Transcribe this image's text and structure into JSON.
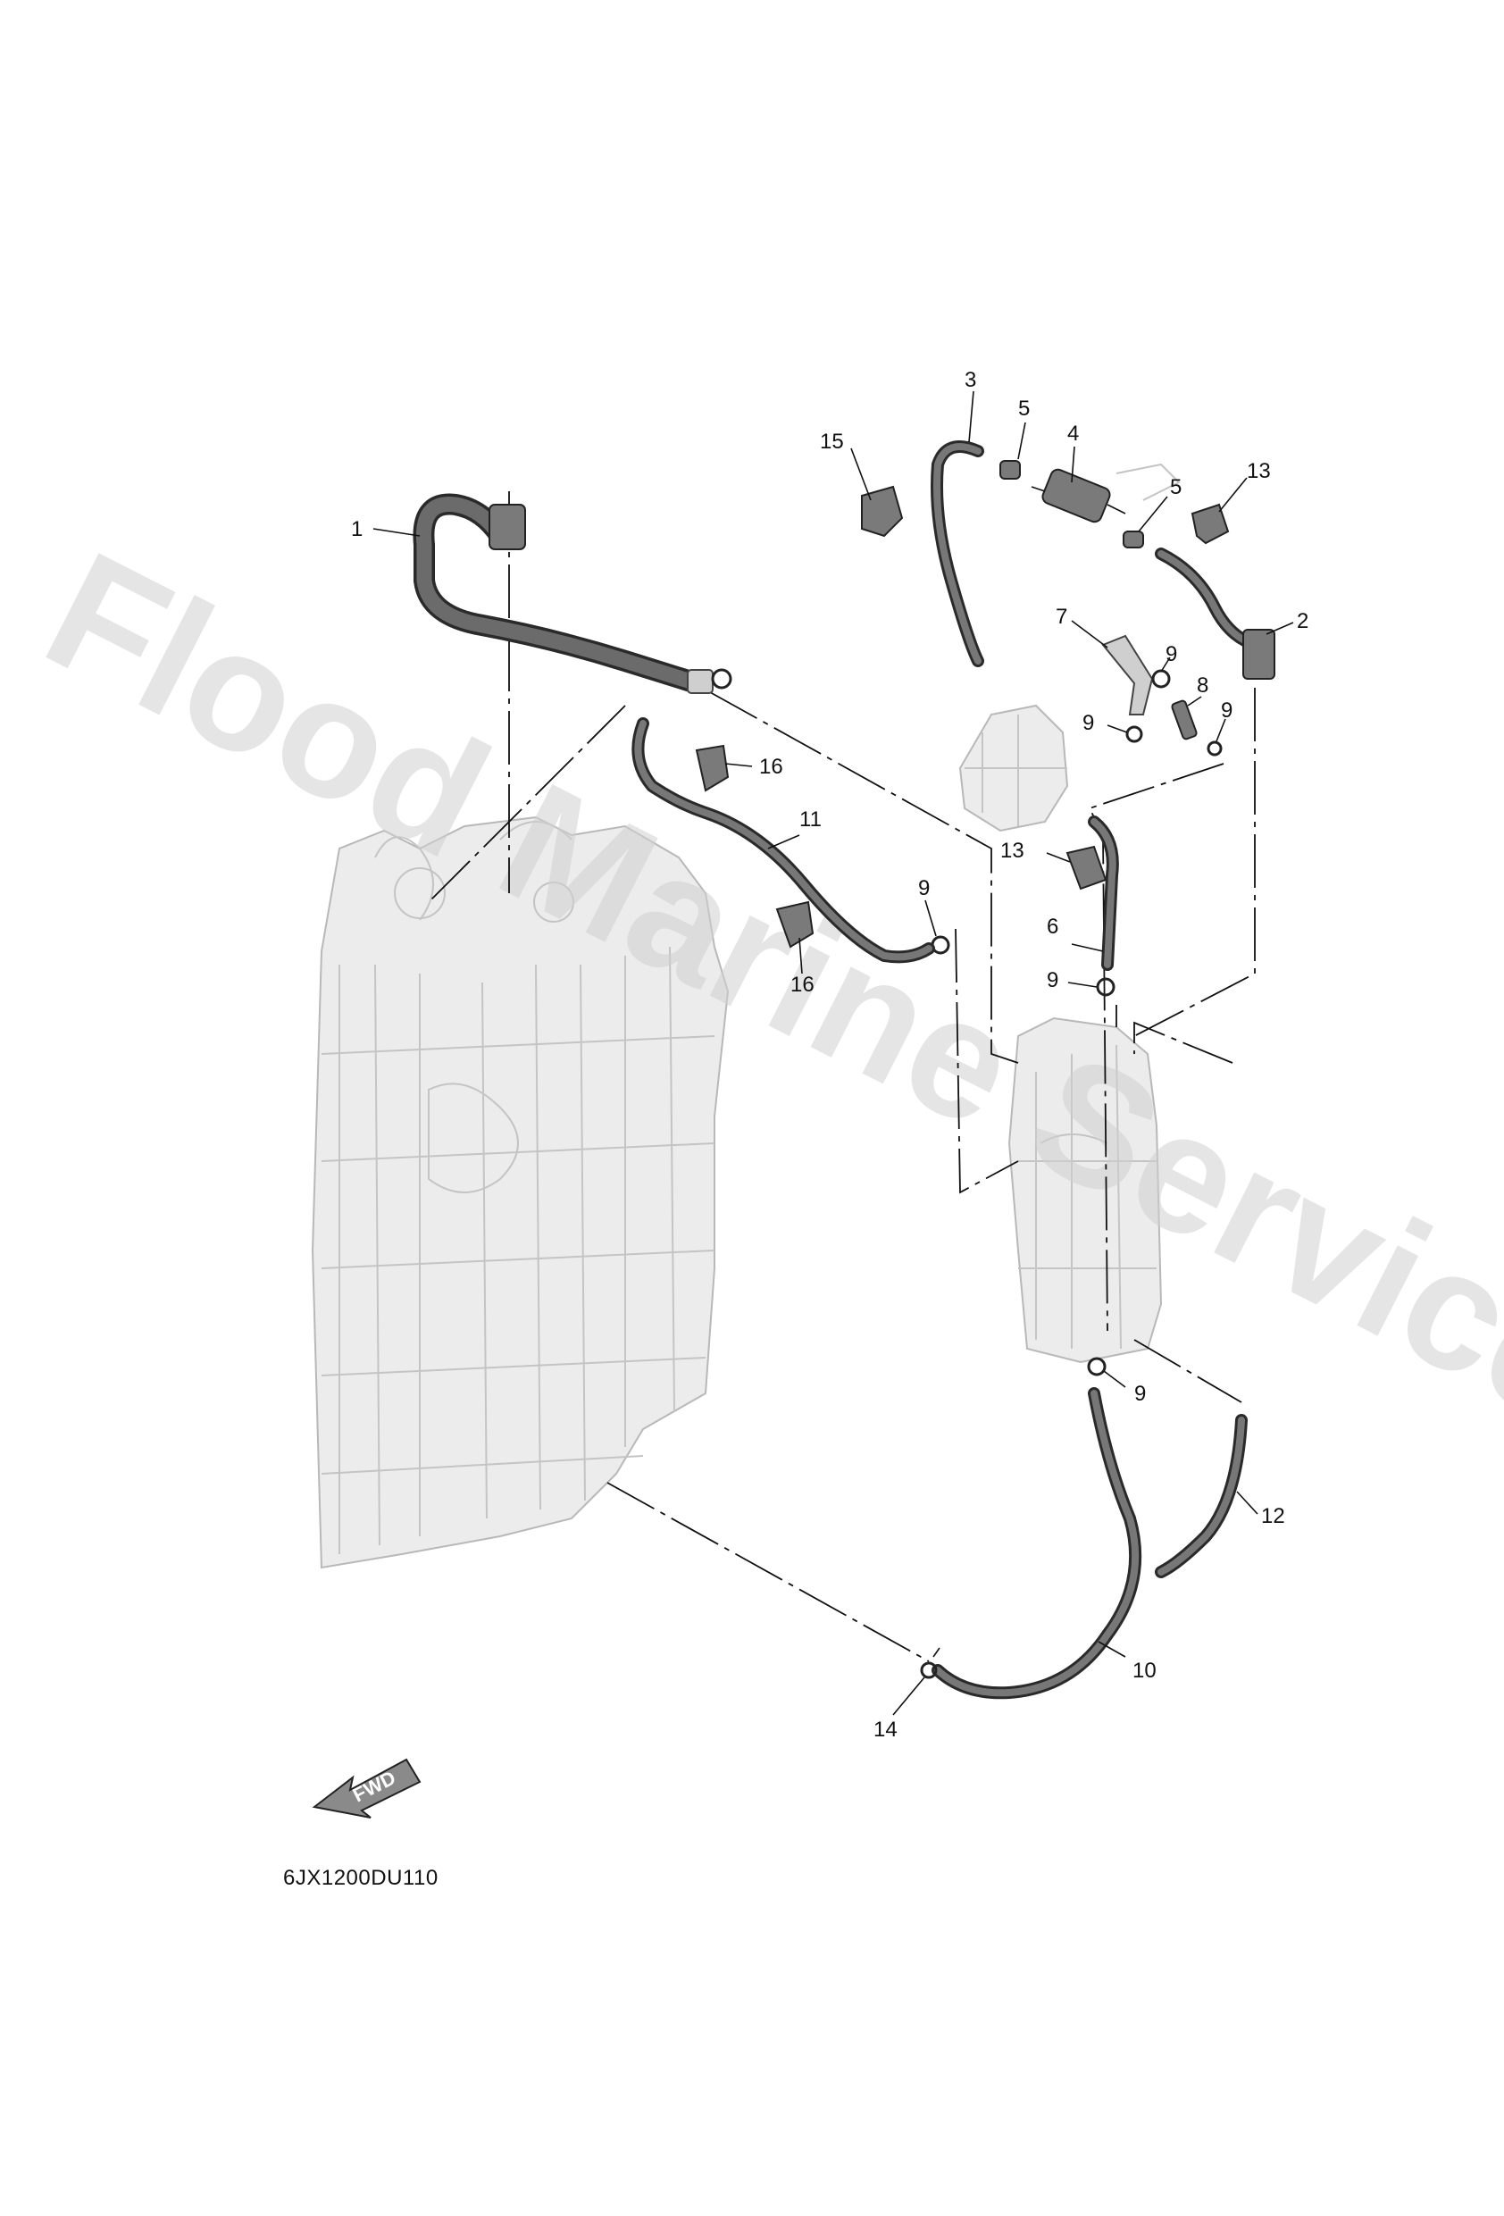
{
  "diagram": {
    "drawing_code": "6JX1200DU110",
    "fwd_label": "FWD",
    "watermark": "Flood Marine Services",
    "callouts": {
      "c1": "1",
      "c2": "2",
      "c3": "3",
      "c4": "4",
      "c5a": "5",
      "c5b": "5",
      "c6": "6",
      "c7": "7",
      "c8": "8",
      "c9a": "9",
      "c9b": "9",
      "c9c": "9",
      "c9d": "9",
      "c9e": "9",
      "c9f": "9",
      "c10": "10",
      "c11": "11",
      "c12": "12",
      "c13a": "13",
      "c13b": "13",
      "c14": "14",
      "c15": "15",
      "c16a": "16",
      "c16b": "16"
    },
    "colors": {
      "line_art": "#111111",
      "ghost_engine": "#ececec",
      "watermark": "#cfcfcf"
    }
  }
}
